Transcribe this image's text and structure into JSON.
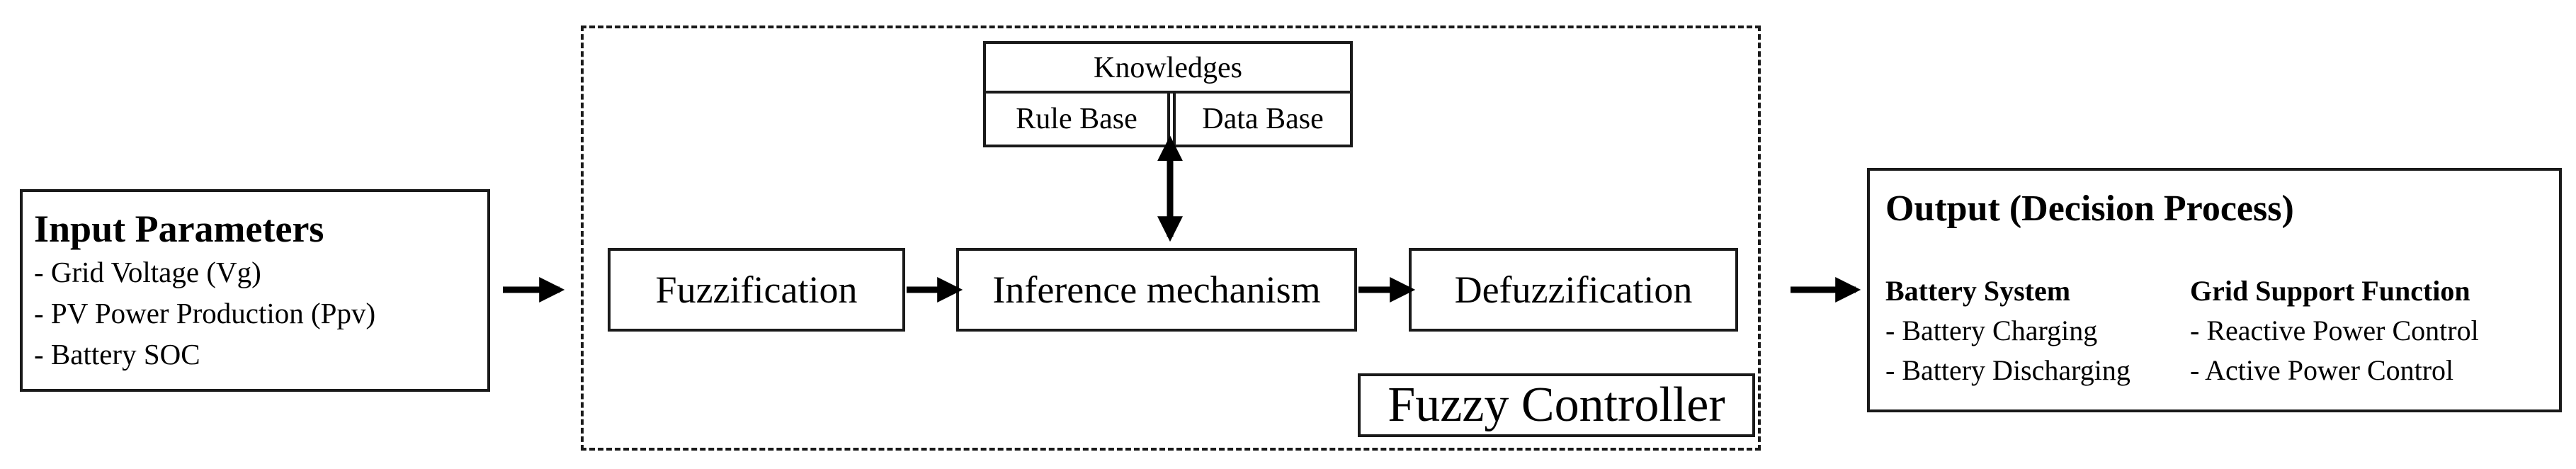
{
  "input": {
    "title": "Input Parameters",
    "items": [
      "- Grid Voltage (Vg)",
      "- PV Power Production (Ppv)",
      "- Battery SOC"
    ]
  },
  "controller": {
    "label": "Fuzzy Controller",
    "knowledge": {
      "title": "Knowledges",
      "rule_base": "Rule Base",
      "data_base": "Data Base"
    },
    "fuzzification": "Fuzzification",
    "inference": "Inference mechanism",
    "defuzzification": "Defuzzification"
  },
  "output": {
    "title": "Output (Decision Process)",
    "battery": {
      "heading": "Battery System",
      "items": [
        "- Battery Charging",
        "- Battery Discharging"
      ]
    },
    "grid": {
      "heading": "Grid Support Function",
      "items": [
        "- Reactive Power Control",
        "- Active Power Control"
      ]
    }
  }
}
